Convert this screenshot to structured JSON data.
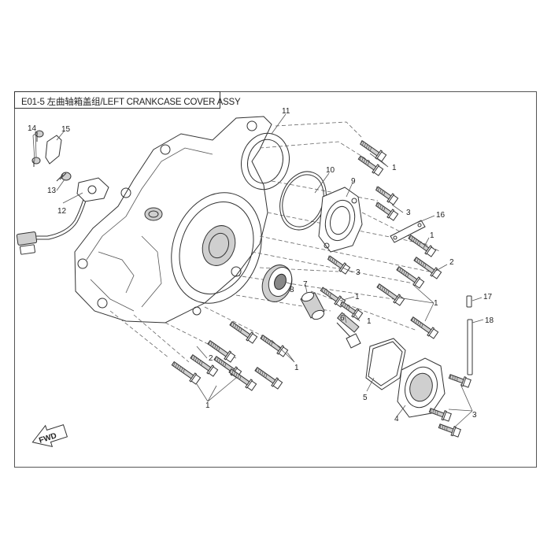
{
  "title": "E01-5 左曲轴箱盖组/LEFT CRANKCASE COVER ASSY",
  "fwd_label": "FWD",
  "callouts": {
    "c1": "1",
    "c2": "2",
    "c3": "3",
    "c4": "4",
    "c5": "5",
    "c6": "6",
    "c7": "7",
    "c8": "8",
    "c9": "9",
    "c10": "10",
    "c11": "11",
    "c12": "12",
    "c13": "13",
    "c14": "14",
    "c15": "15",
    "c16": "16",
    "c17": "17",
    "c18": "18"
  }
}
